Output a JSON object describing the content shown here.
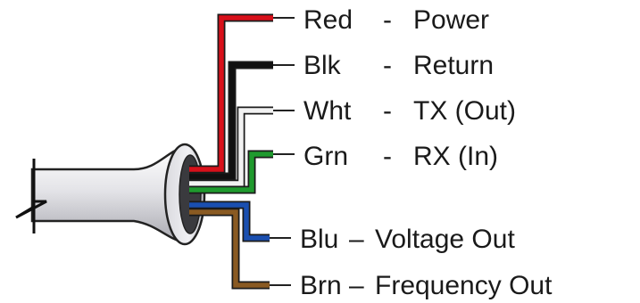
{
  "wires": [
    {
      "color": "Red",
      "sep": "-",
      "function": "Power",
      "hex": "#d8101a"
    },
    {
      "color": "Blk",
      "sep": "-",
      "function": "Return",
      "hex": "#111111"
    },
    {
      "color": "Wht",
      "sep": "-",
      "function": "TX (Out)",
      "hex": "#f2f2f2"
    },
    {
      "color": "Grn",
      "sep": "-",
      "function": "RX (In)",
      "hex": "#1f9a2e"
    },
    {
      "color": "Blu",
      "sep": "–",
      "function": "Voltage Out",
      "hex": "#1a4fb0"
    },
    {
      "color": "Brn",
      "sep": "–",
      "function": "Frequency Out",
      "hex": "#8a5a22"
    }
  ],
  "cable_color": "#e6e6ea"
}
